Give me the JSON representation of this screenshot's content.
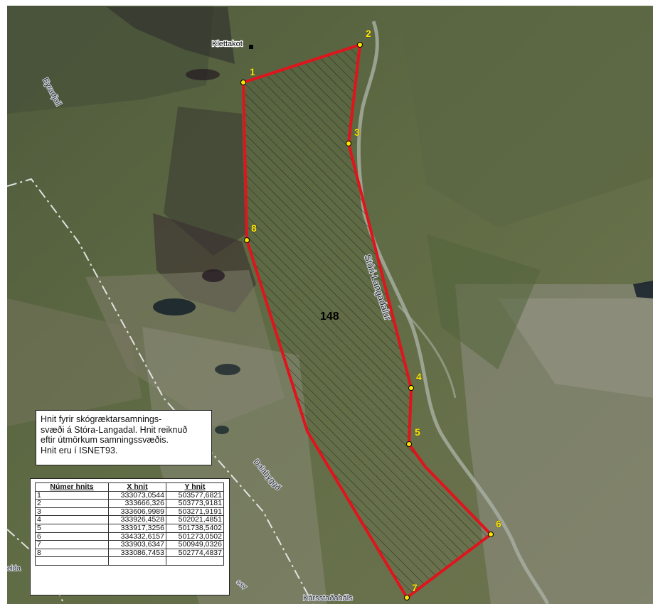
{
  "map": {
    "area_label": "148",
    "place_labels": {
      "klettakot": "Klettakot",
      "eyrarfjall": "Eyrarfjall",
      "langadalur": "Stóri-Langadalur",
      "dalabyggd": "Dalabyggð",
      "karsstadahals": "Kársstaðaháls",
      "edge_left": "elda",
      "edge_ssv": "ssv"
    },
    "point_labels": [
      "1",
      "2",
      "3",
      "4",
      "5",
      "6",
      "7",
      "8"
    ],
    "colors": {
      "boundary": "#e0141c",
      "point_fill": "#ffe600",
      "label": "#ffe600",
      "hatch": "#1c1c1c",
      "admin_line": "#e8e8e8"
    }
  },
  "info": {
    "lines": [
      "Hnit fyrir skógræktarsamnings-",
      "svæði á Stóra-Langadal. Hnit reiknuð",
      "eftir útmörkum samningssvæðis.",
      "Hnit eru í ISNET93."
    ]
  },
  "table": {
    "headers": [
      "Númer hnits",
      "X hnit",
      "Y hnit"
    ],
    "rows": [
      [
        "1",
        "333073,0544",
        "503577,6821"
      ],
      [
        "2",
        "333666,326",
        "503773,9181"
      ],
      [
        "3",
        "333606,9989",
        "503271,9191"
      ],
      [
        "4",
        "333926,4528",
        "502021,4851"
      ],
      [
        "5",
        "333917,3256",
        "501738,5402"
      ],
      [
        "6",
        "334332,6157",
        "501273,0502"
      ],
      [
        "7",
        "333903,6347",
        "500949,0326"
      ],
      [
        "8",
        "333086,7453",
        "502774,4837"
      ],
      [
        "",
        "",
        ""
      ]
    ]
  }
}
